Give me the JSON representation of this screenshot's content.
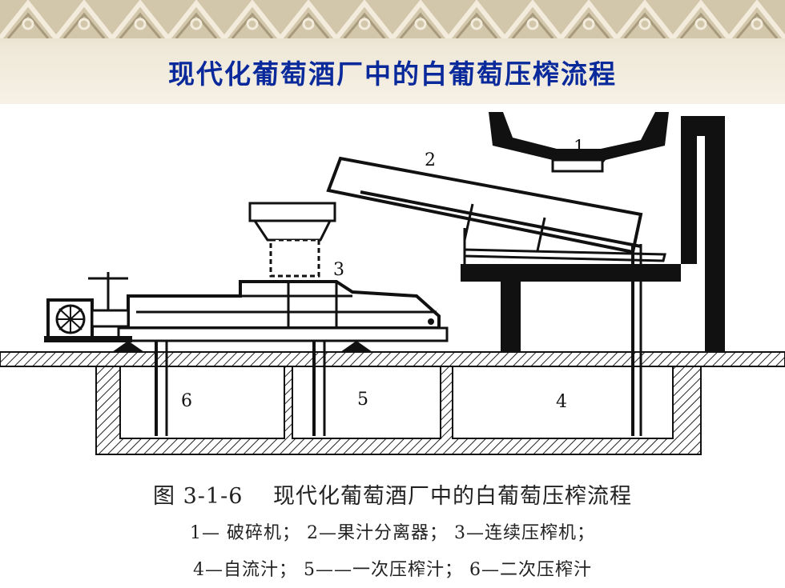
{
  "title": "现代化葡萄酒厂中的白葡萄压榨流程",
  "diagram": {
    "labels": {
      "n1": "1",
      "n2": "2",
      "n3": "3",
      "n4": "4",
      "n5": "5",
      "n6": "6"
    }
  },
  "caption": {
    "title": "图 3-1-6　 现代化葡萄酒厂中的白葡萄压榨流程",
    "line1": "1— 破碎机； 2—果汁分离器； 3—连续压榨机；",
    "line2": "4—自流汁； 5——一次压榨汁； 6—二次压榨汁"
  },
  "colors": {
    "title": "#0a2a9c",
    "band": "#e8dfcc",
    "ink": "#1a1a1a"
  }
}
